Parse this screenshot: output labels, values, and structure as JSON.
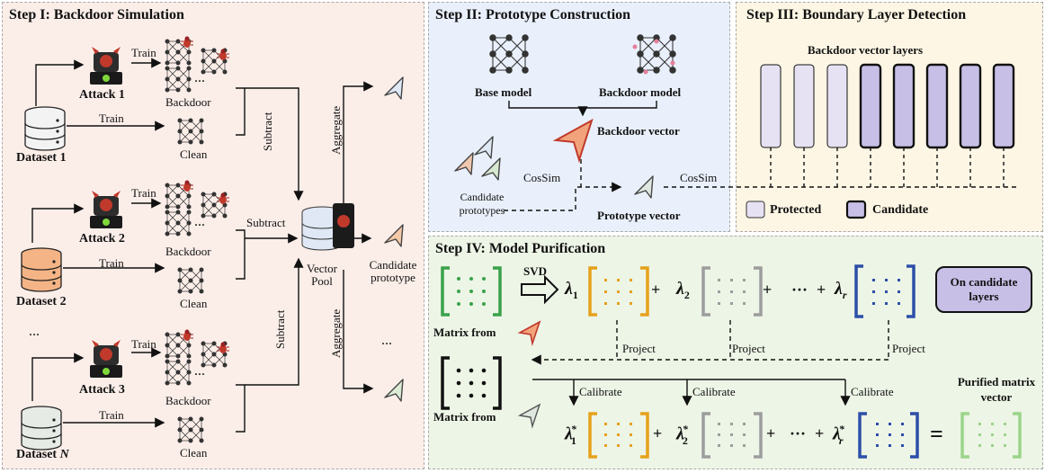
{
  "step1": {
    "title": "Step I: Backdoor Simulation",
    "train": "Train",
    "attack1": "Attack 1",
    "attack2": "Attack 2",
    "attack3": "Attack 3",
    "backdoor": "Backdoor",
    "clean": "Clean",
    "dataset1": "Dataset 1",
    "dataset2": "Dataset 2",
    "datasetN": "Dataset",
    "datasetN_var": "N",
    "dots": "...",
    "more_dots": "···",
    "subtract": "Subtract",
    "aggregate": "Aggregate",
    "vector_pool": "Vector Pool",
    "candidate_prototype": "Candidate prototype"
  },
  "step2": {
    "title": "Step II: Prototype Construction",
    "base_model": "Base model",
    "backdoor_model": "Backdoor model",
    "backdoor_vector": "Backdoor vector",
    "candidate_prototypes": "Candidate prototypes",
    "cossim": "CosSim",
    "prototype_vector": "Prototype vector"
  },
  "step3": {
    "title": "Step III: Boundary Layer Detection",
    "subtitle": "Backdoor vector layers",
    "protected": "Protected",
    "candidate": "Candidate",
    "cossim": "CosSim",
    "layers": [
      "protected",
      "protected",
      "protected",
      "candidate",
      "candidate",
      "candidate",
      "candidate",
      "candidate"
    ]
  },
  "step4": {
    "title": "Step IV: Model Purification",
    "svd": "SVD",
    "matrix_from": "Matrix from",
    "project": "Project",
    "calibrate": "Calibrate",
    "on_candidate_layers": "On candidate layers",
    "purified": "Purified matrix vector",
    "lambda": "λ",
    "sub1": "1",
    "sub2": "2",
    "subr": "r",
    "star": "*",
    "plus": "+",
    "dots": "···",
    "equals": "="
  },
  "colors": {
    "panel1_bg": "#fbeee9",
    "panel2_bg": "#e9f0fb",
    "panel3_bg": "#fdf6e4",
    "panel4_bg": "#edf5e6",
    "candidate_fill": "#c8bfe7",
    "protected_fill": "#e6e2f3",
    "green": "#3aa24a",
    "orange": "#e6a11b",
    "gray": "#9d9d9d",
    "blue": "#2c4fa8",
    "light_green": "#9bd48a"
  }
}
